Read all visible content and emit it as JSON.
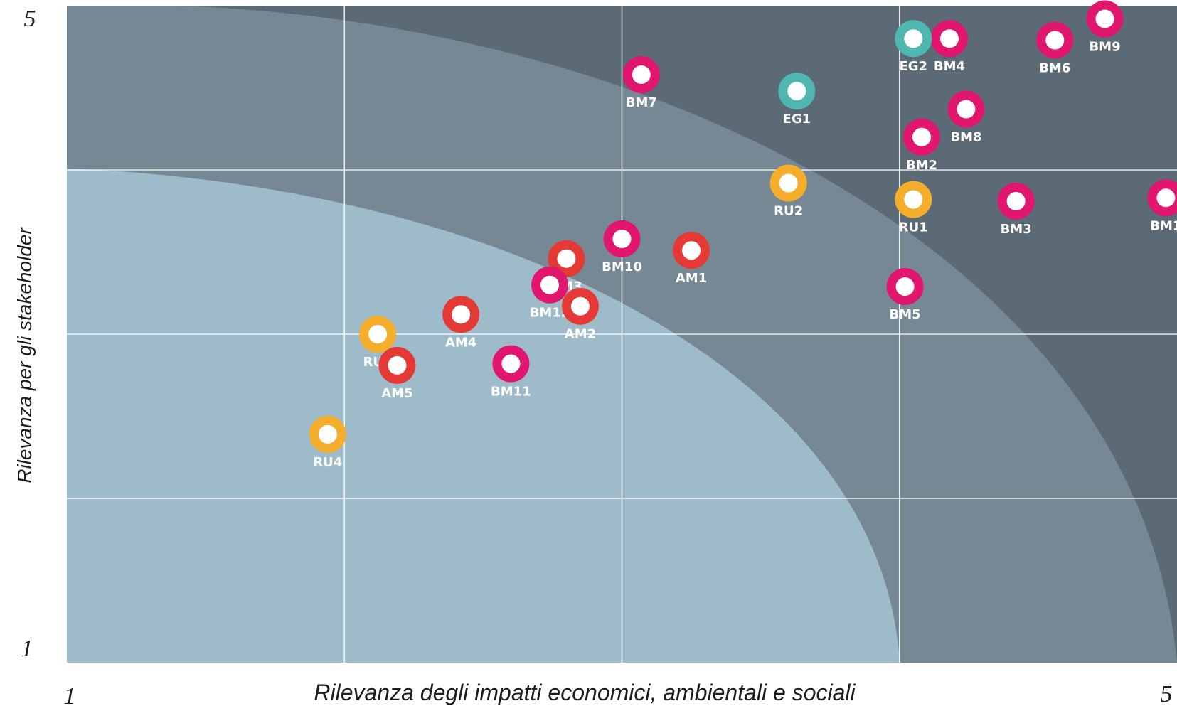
{
  "chart_data": {
    "type": "scatter",
    "xlabel": "Rilevanza degli impatti economici, ambientali e sociali",
    "ylabel": "Rilevanza per gli stakeholder",
    "xlim": [
      1,
      5
    ],
    "ylim": [
      1,
      5
    ],
    "x_ticks": [
      "1",
      "5"
    ],
    "y_ticks": [
      "5",
      "1"
    ],
    "grid": true,
    "colors": {
      "BM": "#e0166f",
      "EG": "#4fb6b0",
      "RU": "#f4ae2c",
      "AM": "#e53935",
      "zone_high": "#5b6a75",
      "zone_mid": "#758893",
      "zone_low": "#9ebbc9"
    },
    "points": [
      {
        "label": "BM9",
        "group": "BM",
        "x": 4.74,
        "y": 4.92
      },
      {
        "label": "BM6",
        "group": "BM",
        "x": 4.56,
        "y": 4.79
      },
      {
        "label": "BM4",
        "group": "BM",
        "x": 4.18,
        "y": 4.8
      },
      {
        "label": "EG2",
        "group": "EG",
        "x": 4.05,
        "y": 4.8
      },
      {
        "label": "BM7",
        "group": "BM",
        "x": 3.07,
        "y": 4.58
      },
      {
        "label": "EG1",
        "group": "EG",
        "x": 3.63,
        "y": 4.48
      },
      {
        "label": "BM8",
        "group": "BM",
        "x": 4.24,
        "y": 4.37
      },
      {
        "label": "BM2",
        "group": "BM",
        "x": 4.08,
        "y": 4.2
      },
      {
        "label": "RU2",
        "group": "RU",
        "x": 3.6,
        "y": 3.92
      },
      {
        "label": "RU1",
        "group": "RU",
        "x": 4.05,
        "y": 3.82
      },
      {
        "label": "BM3",
        "group": "BM",
        "x": 4.42,
        "y": 3.81
      },
      {
        "label": "BM1",
        "group": "BM",
        "x": 4.96,
        "y": 3.83
      },
      {
        "label": "BM10",
        "group": "BM",
        "x": 3.0,
        "y": 3.58
      },
      {
        "label": "AM1",
        "group": "AM",
        "x": 3.25,
        "y": 3.51
      },
      {
        "label": "AM3",
        "group": "AM",
        "x": 2.8,
        "y": 3.46
      },
      {
        "label": "BM12",
        "group": "BM",
        "x": 2.74,
        "y": 3.3
      },
      {
        "label": "AM2",
        "group": "AM",
        "x": 2.85,
        "y": 3.17
      },
      {
        "label": "BM5",
        "group": "BM",
        "x": 4.02,
        "y": 3.29
      },
      {
        "label": "AM4",
        "group": "AM",
        "x": 2.42,
        "y": 3.12
      },
      {
        "label": "RU3",
        "group": "RU",
        "x": 2.12,
        "y": 3.0
      },
      {
        "label": "AM5",
        "group": "AM",
        "x": 2.19,
        "y": 2.81
      },
      {
        "label": "BM11",
        "group": "BM",
        "x": 2.6,
        "y": 2.82
      },
      {
        "label": "RU4",
        "group": "RU",
        "x": 1.94,
        "y": 2.39
      }
    ]
  }
}
